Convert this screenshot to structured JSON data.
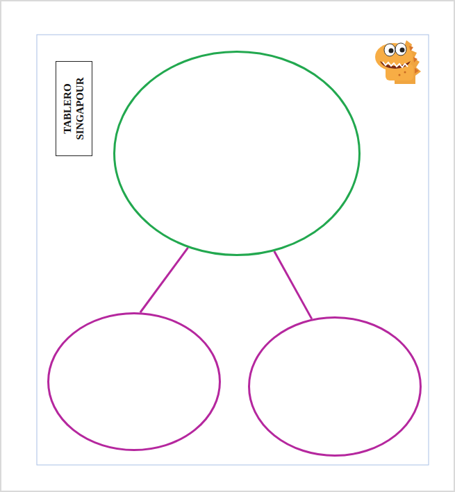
{
  "diagram": {
    "nodes": [
      {
        "text": [
          "TABLERO SINGAPOUR"
        ]
      },
      {
        "text": []
      },
      {
        "text": []
      },
      {
        "text": []
      }
    ],
    "edges": [
      {
        "from": 1,
        "to": 2,
        "arrow": "none"
      },
      {
        "from": 1,
        "to": 3,
        "arrow": "none"
      }
    ]
  }
}
